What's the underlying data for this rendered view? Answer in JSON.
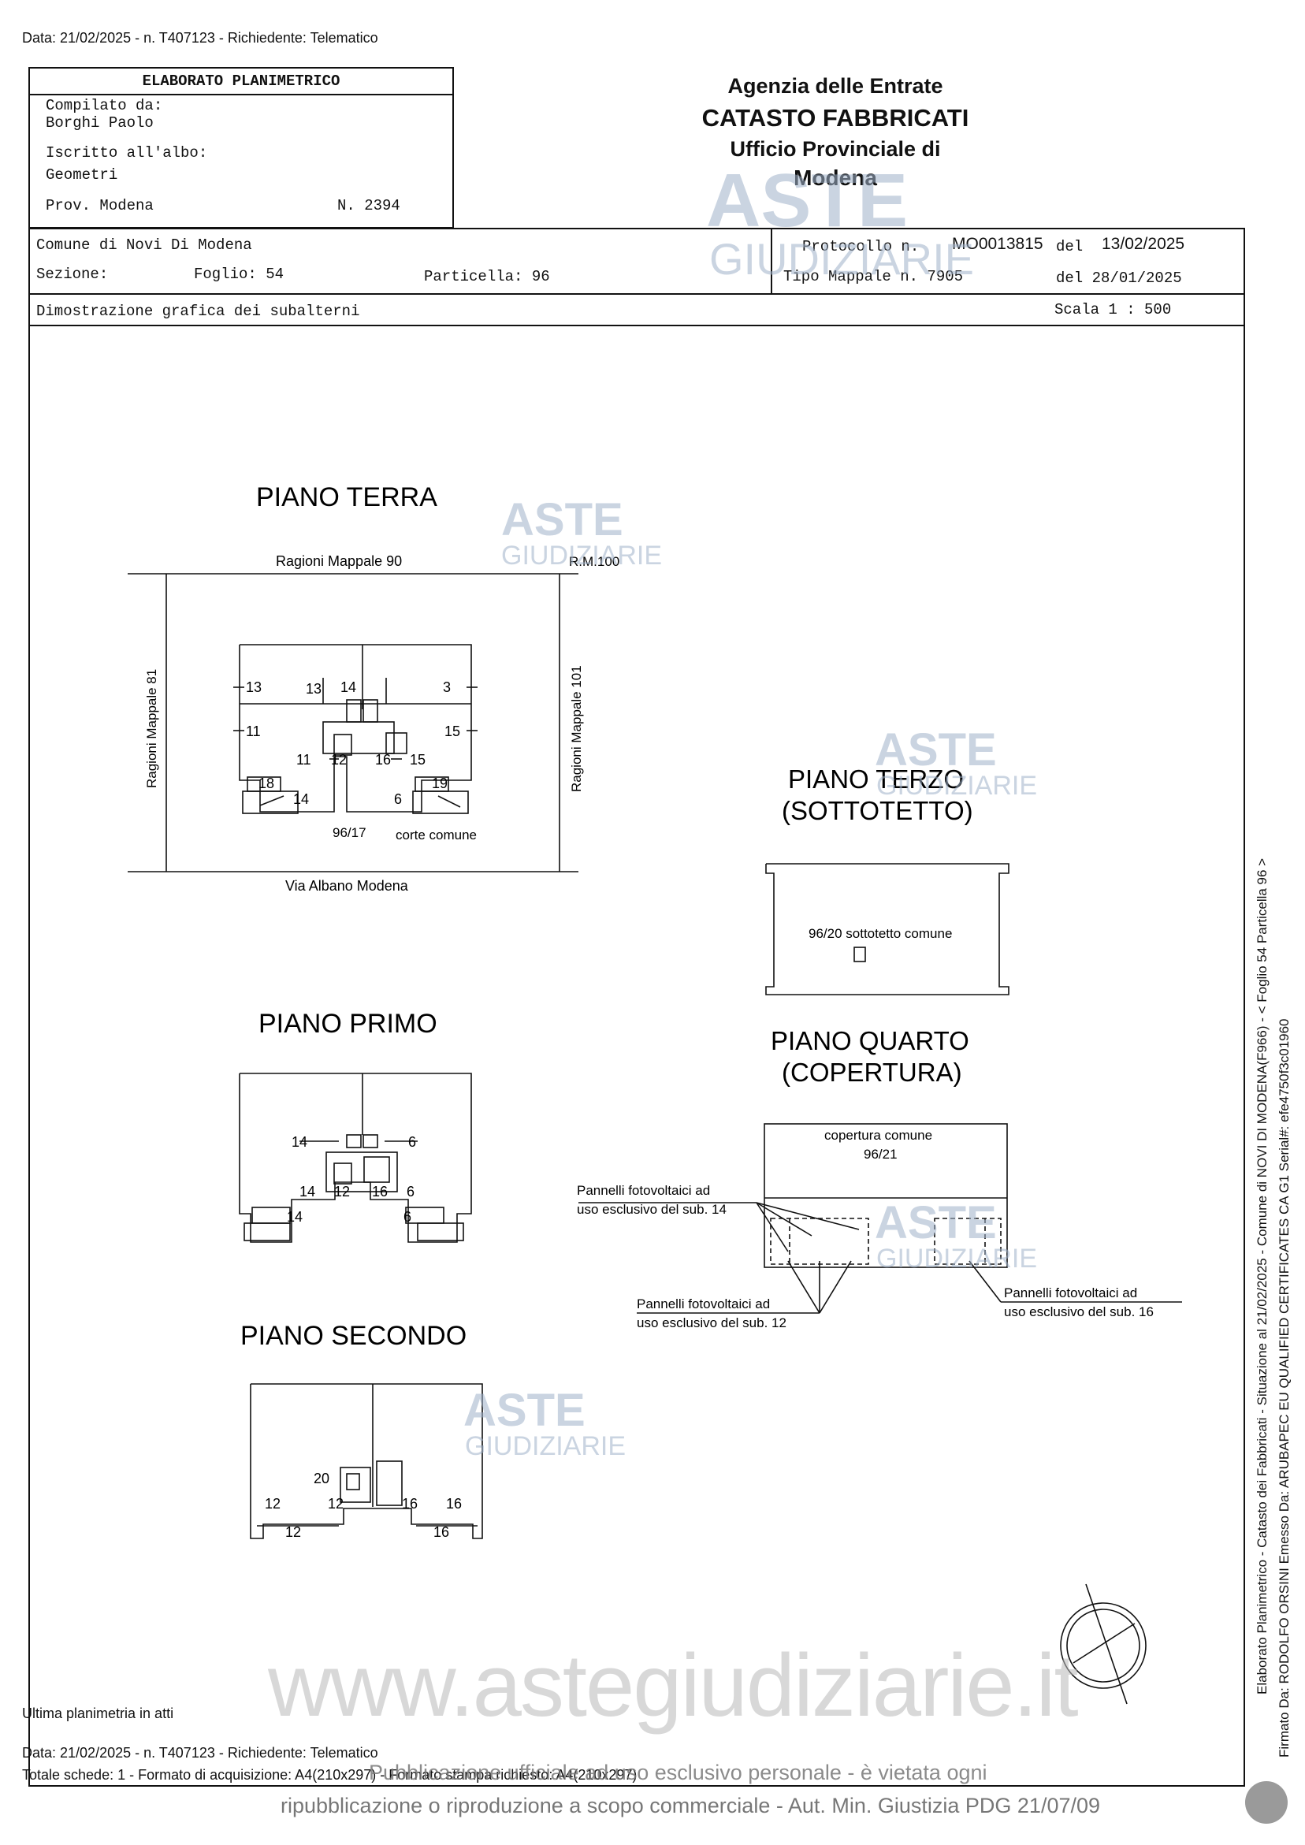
{
  "top_line": "Data: 21/02/2025 - n. T407123 - Richiedente: Telematico",
  "header": {
    "box_title": "ELABORATO PLANIMETRICO",
    "compilato_label": "Compilato da:",
    "compilato_name": "Borghi Paolo",
    "iscritto_label": "Iscritto all'albo:",
    "albo": "Geometri",
    "prov": "Prov. Modena",
    "numero": "N. 2394",
    "agency_line1": "Agenzia delle Entrate",
    "agency_line2": "CATASTO FABBRICATI",
    "agency_line3": "Ufficio Provinciale di",
    "agency_line4": "Modena"
  },
  "info": {
    "comune": "Comune di Novi Di Modena",
    "sezione_label": "Sezione:",
    "foglio": "Foglio: 54",
    "particella": "Particella: 96",
    "protocollo_label": "Protocollo n.",
    "protocollo_value": "MO0013815",
    "del_label": "del",
    "protocollo_date": "13/02/2025",
    "tipo_mappale": "Tipo Mappale n. 7905",
    "tipo_date": "del 28/01/2025",
    "dimostrazione": "Dimostrazione grafica dei subalterni",
    "scala": "Scala 1 : 500"
  },
  "plans": {
    "piano_terra": {
      "title": "PIANO TERRA",
      "north": "Ragioni Mappale 90",
      "rm100": "R.M.100",
      "west": "Ragioni Mappale 81",
      "east": "Ragioni Mappale 101",
      "south": "Via Albano Modena",
      "sub_ref": "96/17",
      "corte": "corte comune",
      "n13a": "13",
      "n13b": "13",
      "n14a": "14",
      "n3": "3",
      "n11a": "11",
      "n15a": "15",
      "n11b": "11",
      "n12": "12",
      "n16": "16",
      "n15b": "15",
      "n18": "18",
      "n19": "19",
      "n14b": "14",
      "n6": "6"
    },
    "piano_terzo": {
      "title1": "PIANO TERZO",
      "title2": "(SOTTOTETTO)",
      "label": "96/20 sottotetto comune"
    },
    "piano_primo": {
      "title": "PIANO PRIMO",
      "n14a": "14",
      "n6a": "6",
      "n14b": "14",
      "n12": "12",
      "n16": "16",
      "n6b": "6",
      "n14c": "14",
      "n6c": "6"
    },
    "piano_quarto": {
      "title1": "PIANO QUARTO",
      "title2": "(COPERTURA)",
      "copertura1": "copertura  comune",
      "copertura2": "96/21",
      "pv14_1": "Pannelli fotovoltaici ad",
      "pv14_2": "uso esclusivo del sub. 14",
      "pv12_1": "Pannelli fotovoltaici ad",
      "pv12_2": "uso esclusivo del sub. 12",
      "pv16_1": "Pannelli fotovoltaici ad",
      "pv16_2": "uso esclusivo del sub. 16"
    },
    "piano_secondo": {
      "title": "PIANO SECONDO",
      "n20": "20",
      "n12a": "12",
      "n12b": "12",
      "n16a": "16",
      "n16b": "16",
      "n12c": "12",
      "n16c": "16"
    }
  },
  "side_text1": "Elaborato Planimetrico - Catasto dei Fabbricati - Situazione al 21/02/2025 - Comune di NOVI DI MODENA(F966) - < Foglio 54 Particella 96 >",
  "side_text2": "Firmato Da: RODOLFO ORSINI Emesso Da: ARUBAPEC EU QUALIFIED CERTIFICATES CA G1 Serial#: efe4750f3c01960",
  "footer": {
    "ultima": "Ultima planimetria in atti",
    "data_line": "Data: 21/02/2025 - n. T407123 - Richiedente: Telematico",
    "totale": "Totale schede: 1 - Formato di acquisizione: A4(210x297) - Formato stampa richiesto: A4(210x297)",
    "wm_url": "www.astegiudiziarie.it",
    "wm_pub1": "Pubblicazione ufficiale ad uso esclusivo personale - è vietata ogni",
    "wm_pub2": "ripubblicazione o riproduzione a scopo commerciale - Aut. Min. Giustizia PDG 21/07/09"
  },
  "watermark": {
    "aste": "ASTE",
    "giudiziarie": "GIUDIZIARIE"
  }
}
